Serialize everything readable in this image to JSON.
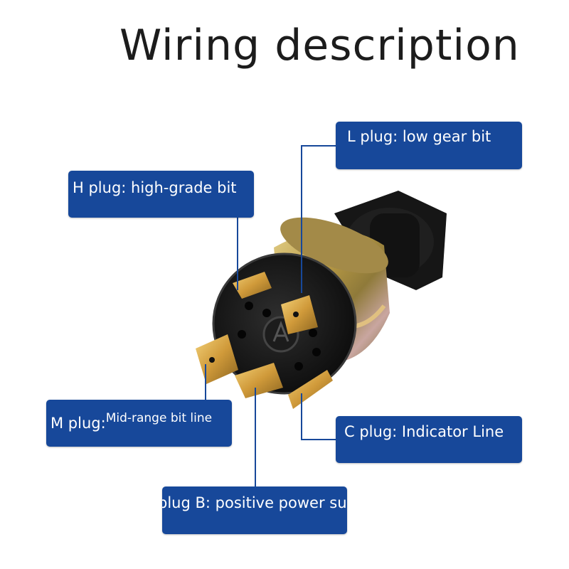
{
  "title": "Wiring description",
  "labels": {
    "L": "L plug: low gear bit",
    "H": "H plug: high-grade bit",
    "M_prefix": "M plug:",
    "M_rest": "Mid-range bit line",
    "C": "C plug: Indicator Line",
    "B": "plug B: positive power supply"
  },
  "colors": {
    "callout": "#17489a",
    "brass": "#b89a45",
    "body": "#1a1a1a",
    "terminal": "#d8a94a"
  }
}
